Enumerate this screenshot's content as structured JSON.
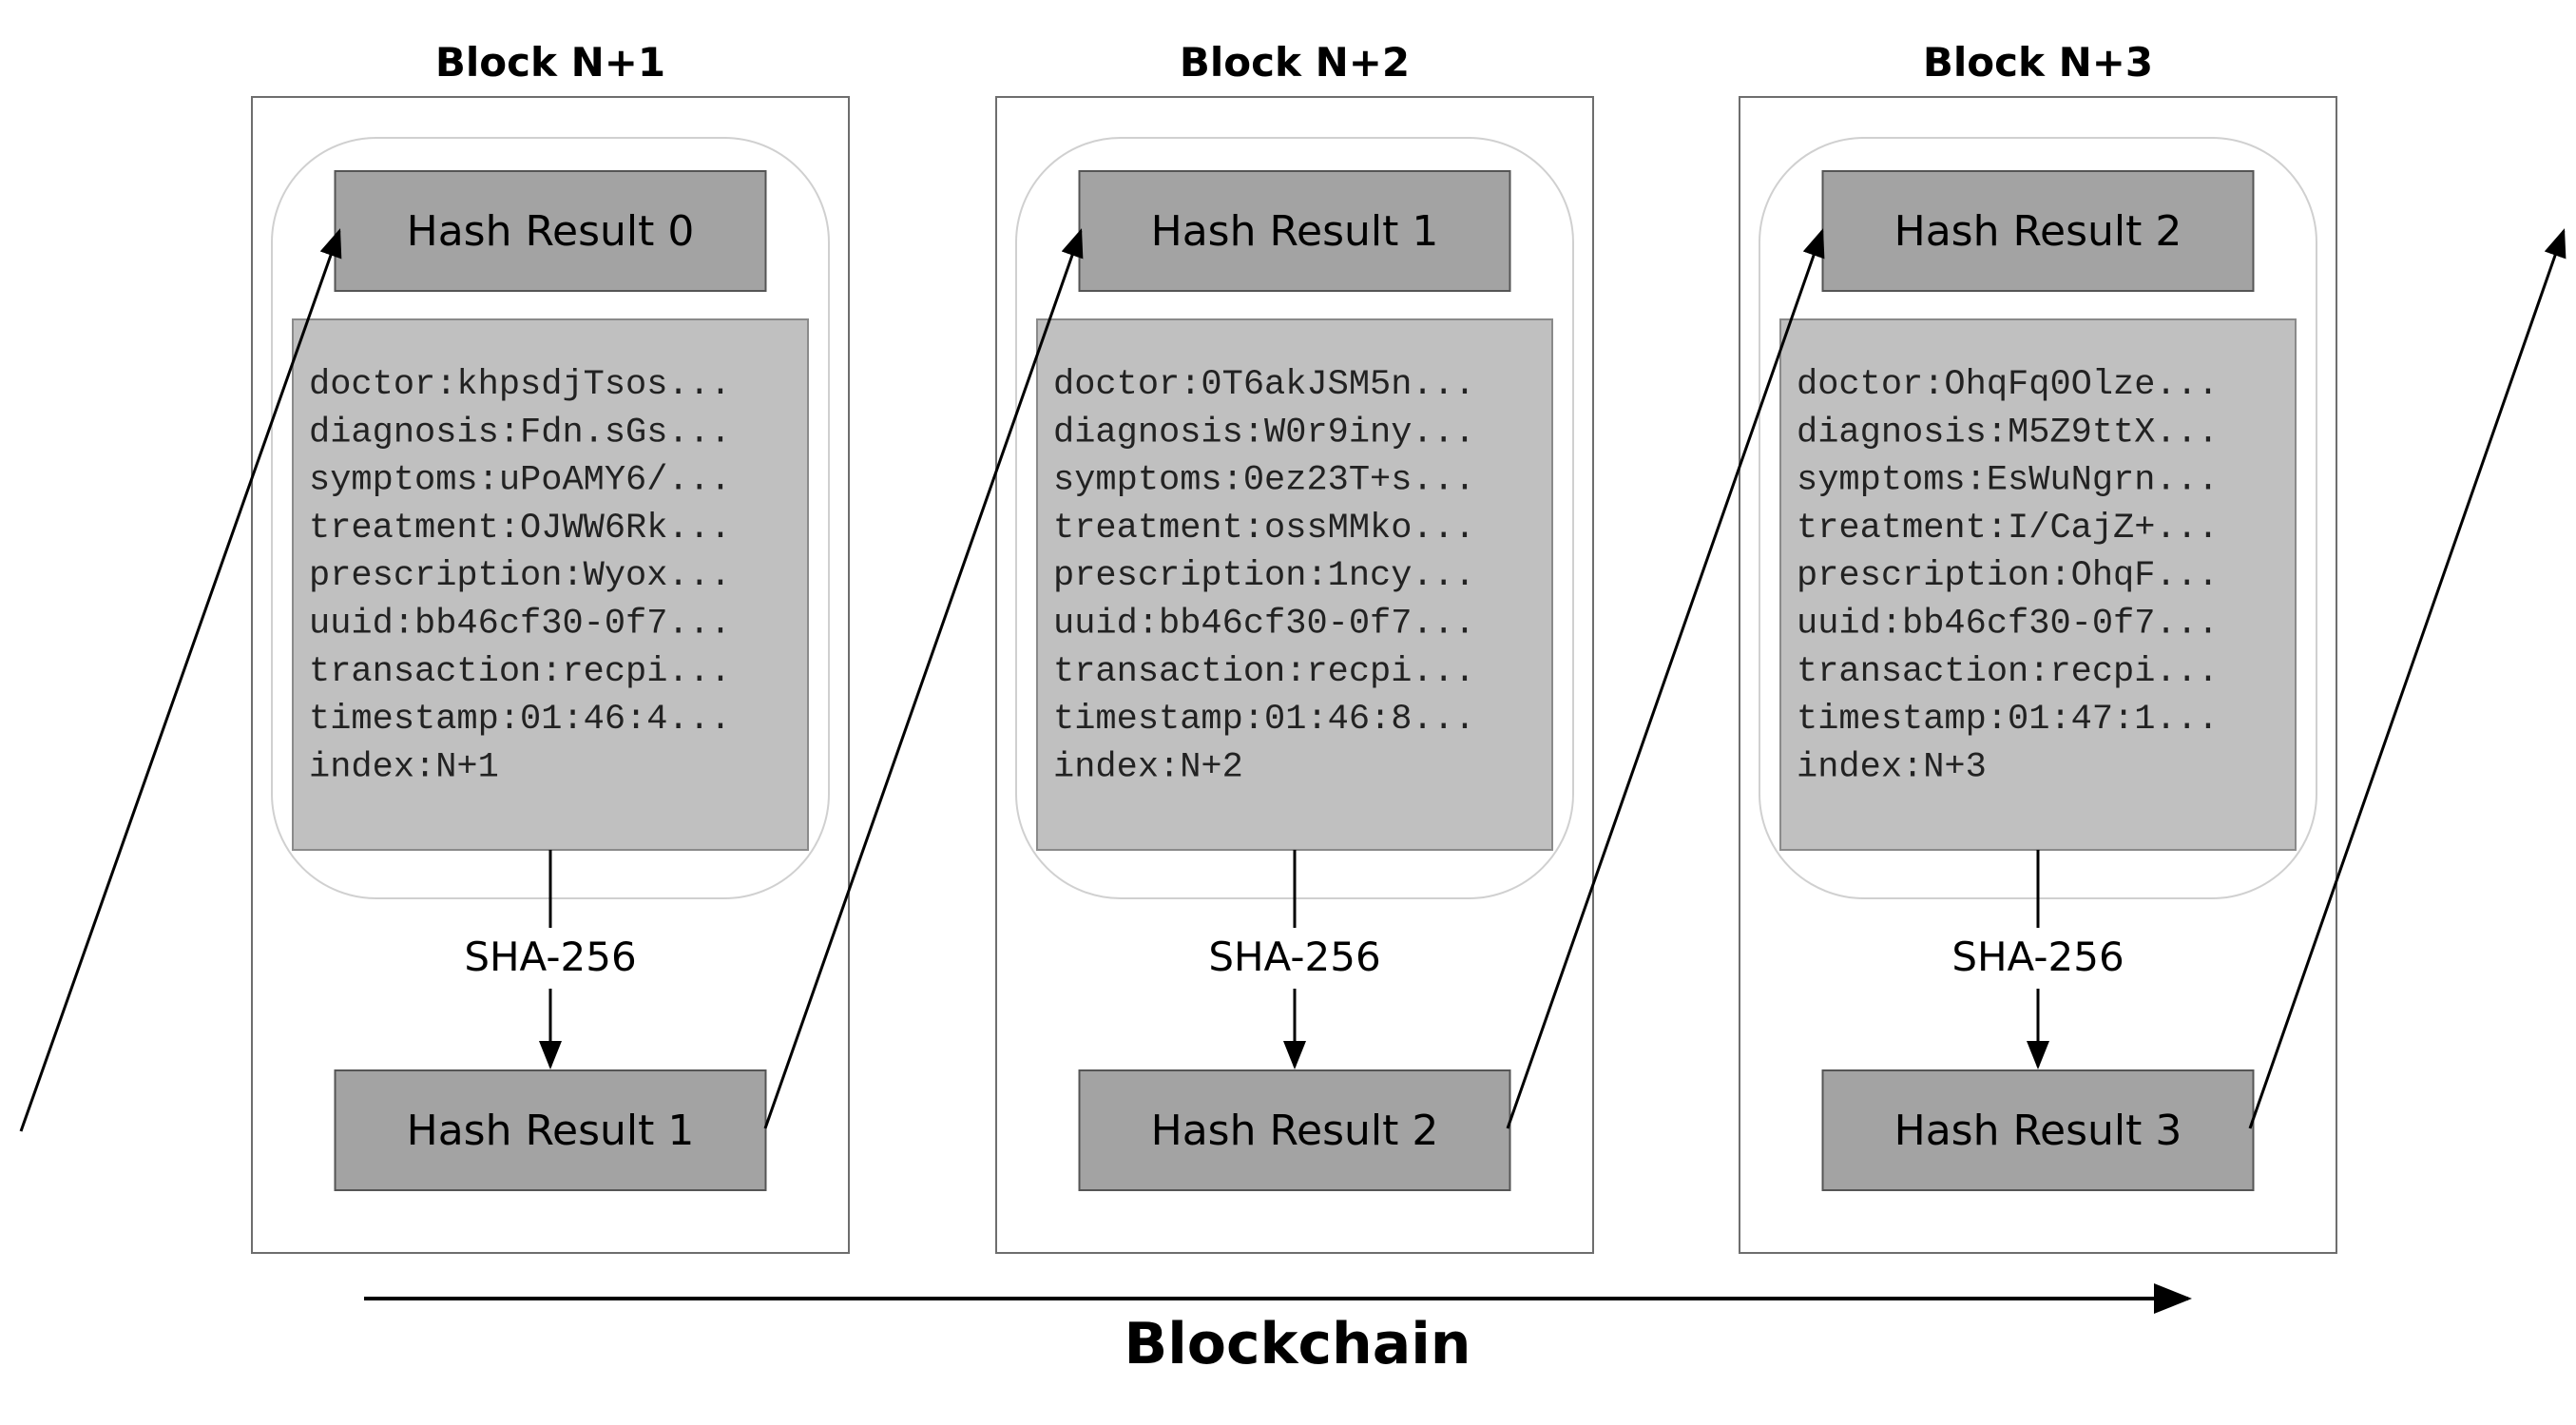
{
  "diagram": {
    "footer_label": "Blockchain",
    "colors": {
      "hash_box_fill": "#a3a3a3",
      "data_panel_fill": "#c0c0c0",
      "block_border": "#6e6e6e",
      "capsule_outline": "#d0d0d0",
      "arrow": "#000000"
    },
    "blocks": [
      {
        "title": "Block N+1",
        "prev_hash": "Hash Result 0",
        "algorithm": "SHA-256",
        "next_hash": "Hash Result 1",
        "fields": [
          "doctor:khpsdjTsos...",
          "diagnosis:Fdn.sGs...",
          "symptoms:uPoAMY6/...",
          "treatment:OJWW6Rk...",
          "prescription:Wyox...",
          "uuid:bb46cf30-0f7...",
          "transaction:recpi...",
          "timestamp:01:46:4...",
          "index:N+1"
        ]
      },
      {
        "title": "Block N+2",
        "prev_hash": "Hash Result 1",
        "algorithm": "SHA-256",
        "next_hash": "Hash Result 2",
        "fields": [
          "doctor:0T6akJSM5n...",
          "diagnosis:W0r9iny...",
          "symptoms:0ez23T+s...",
          "treatment:ossMMko...",
          "prescription:1ncy...",
          "uuid:bb46cf30-0f7...",
          "transaction:recpi...",
          "timestamp:01:46:8...",
          "index:N+2"
        ]
      },
      {
        "title": "Block N+3",
        "prev_hash": "Hash Result 2",
        "algorithm": "SHA-256",
        "next_hash": "Hash Result 3",
        "fields": [
          "doctor:OhqFq0Olze...",
          "diagnosis:M5Z9ttX...",
          "symptoms:EsWuNgrn...",
          "treatment:I/CajZ+...",
          "prescription:OhqF...",
          "uuid:bb46cf30-0f7...",
          "transaction:recpi...",
          "timestamp:01:47:1...",
          "index:N+3"
        ]
      }
    ]
  }
}
